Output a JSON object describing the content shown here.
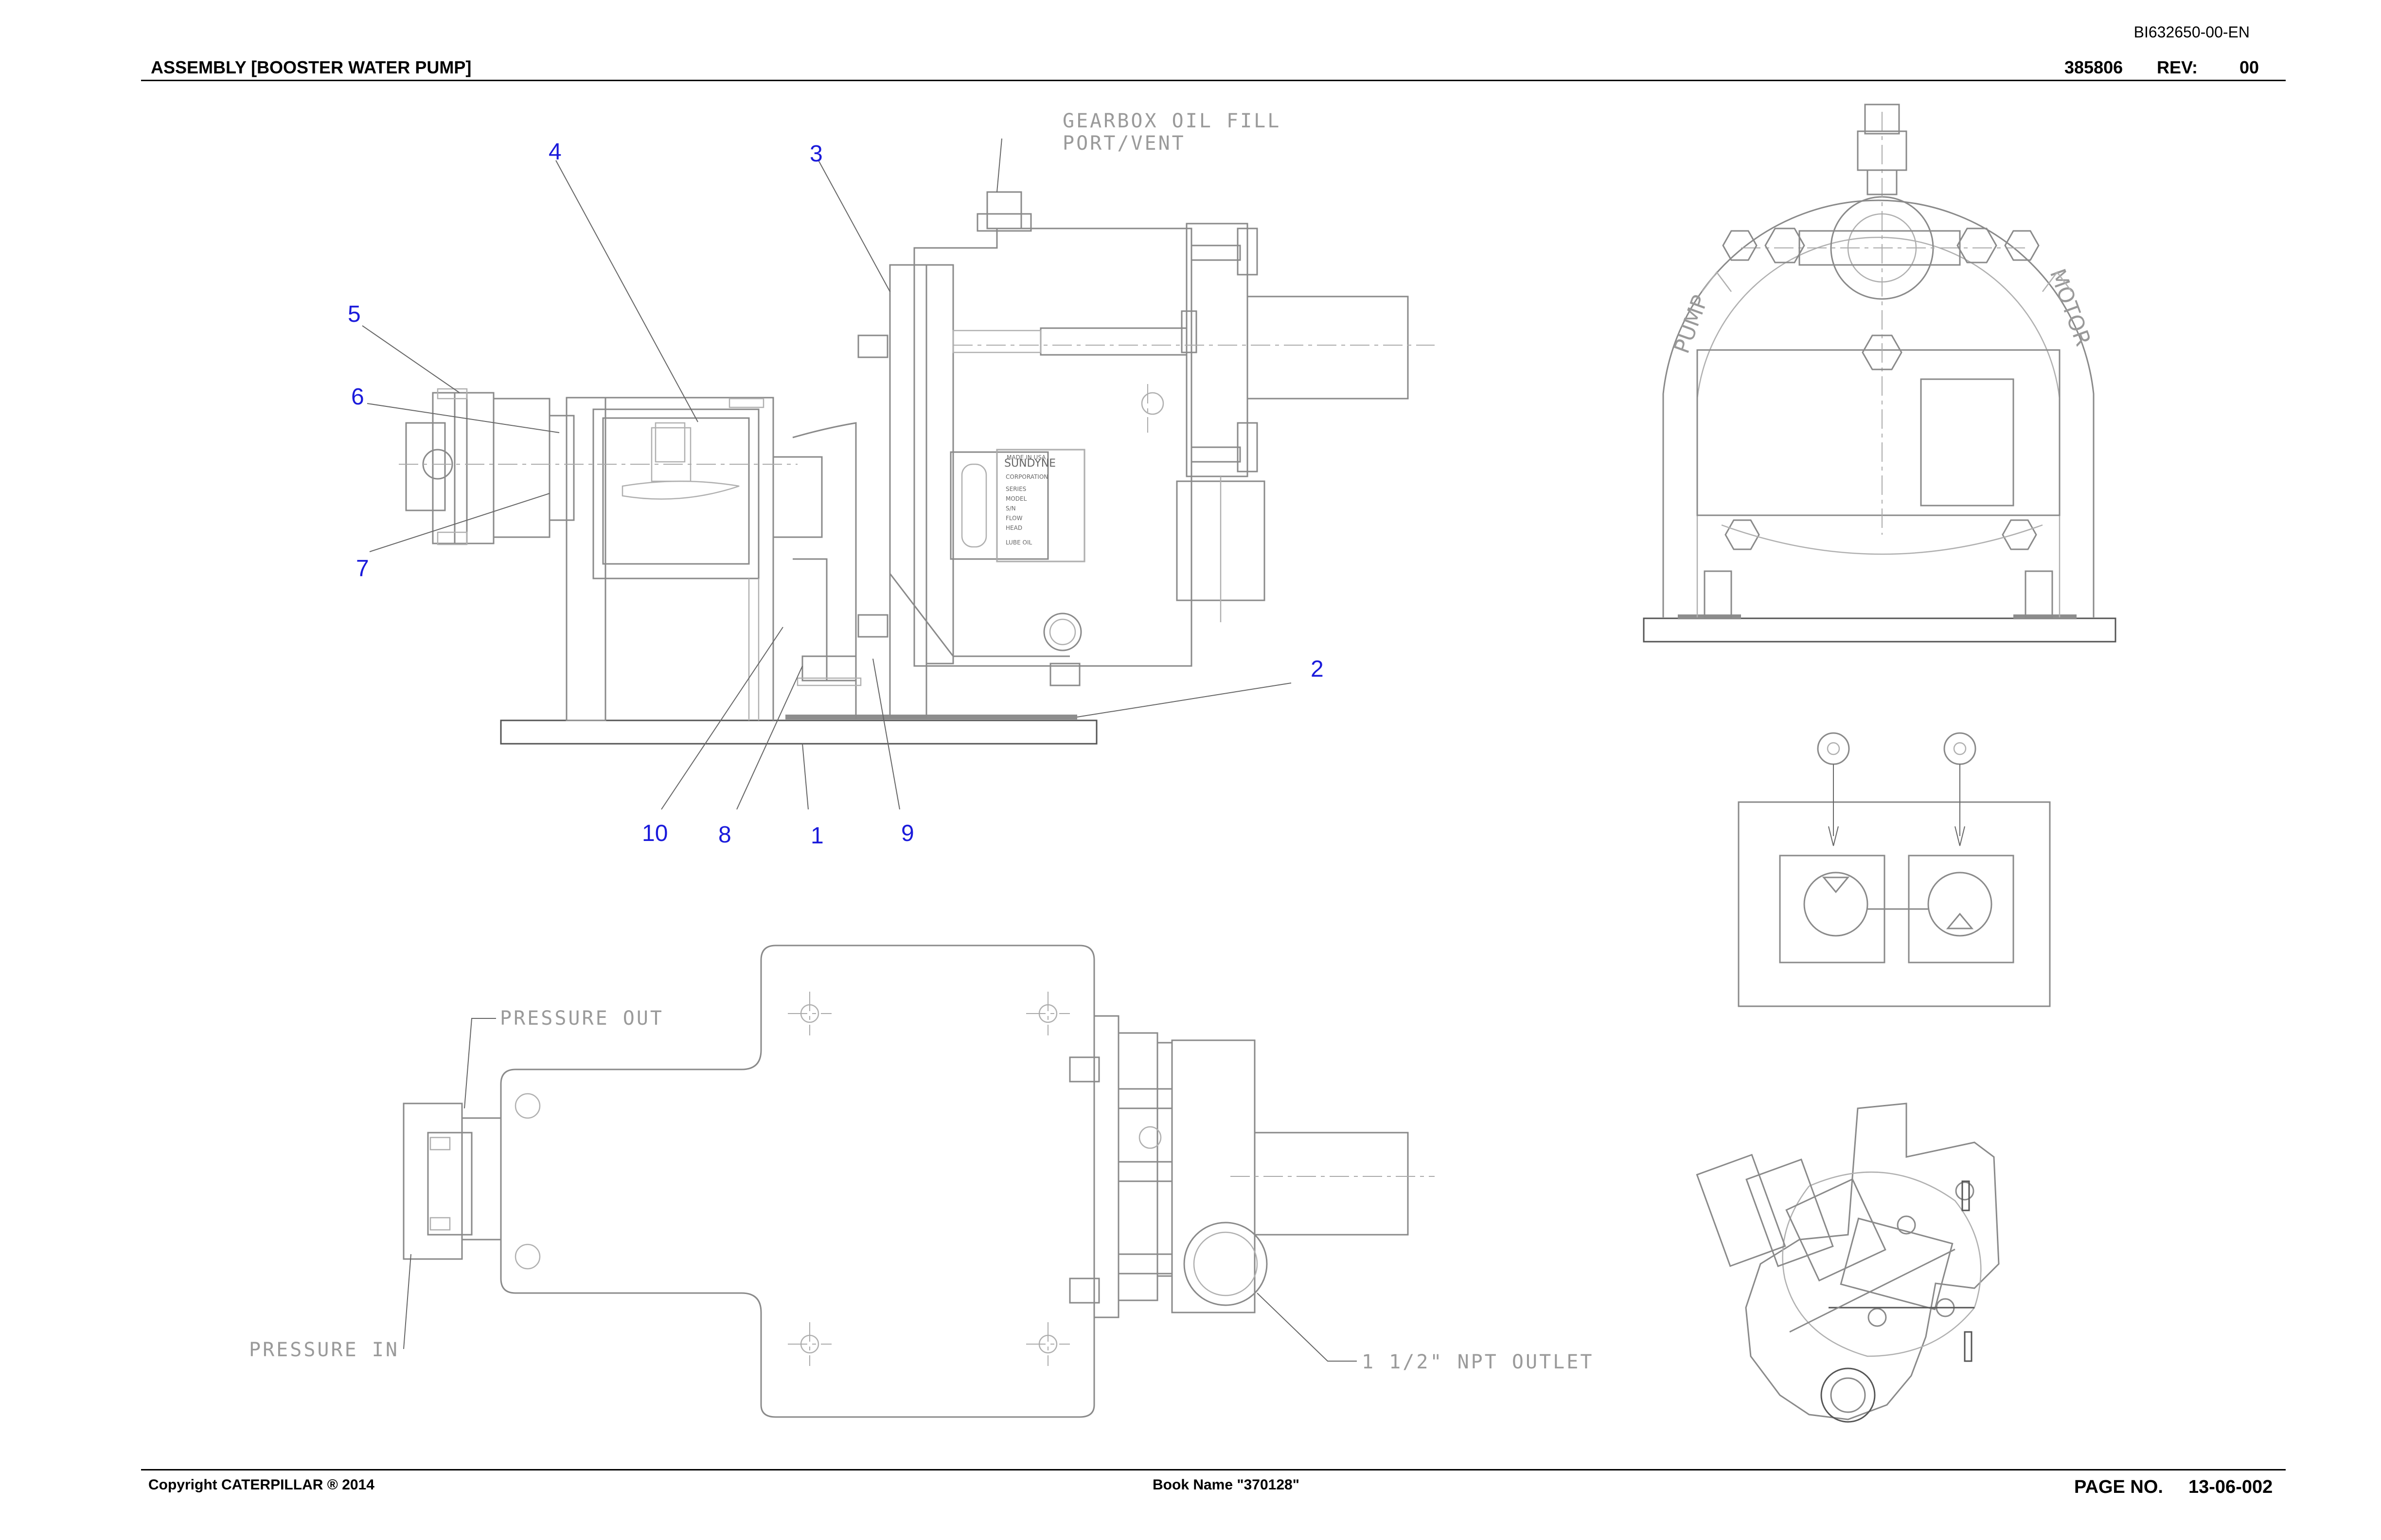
{
  "header": {
    "doc_id": "BI632650-00-EN",
    "title": "ASSEMBLY [BOOSTER WATER PUMP]",
    "part_number": "385806",
    "rev_label": "REV:",
    "rev_value": "00"
  },
  "drawing": {
    "callouts": [
      "1",
      "2",
      "3",
      "4",
      "5",
      "6",
      "7",
      "8",
      "9",
      "10"
    ],
    "notes": {
      "gearbox_line1": "GEARBOX OIL FILL",
      "gearbox_line2": "PORT/VENT",
      "pressure_out": "PRESSURE OUT",
      "pressure_in": "PRESSURE IN",
      "npt_outlet": "1 1/2\" NPT OUTLET"
    },
    "end_view_labels": {
      "pump": "PUMP",
      "motor": "MOTOR"
    },
    "nameplate_brand": "SUNDYNE"
  },
  "footer": {
    "copyright": "Copyright CATERPILLAR ® 2014",
    "book_name": "Book Name \"370128\"",
    "page_label": "PAGE NO.",
    "page_value": "13-06-002"
  }
}
